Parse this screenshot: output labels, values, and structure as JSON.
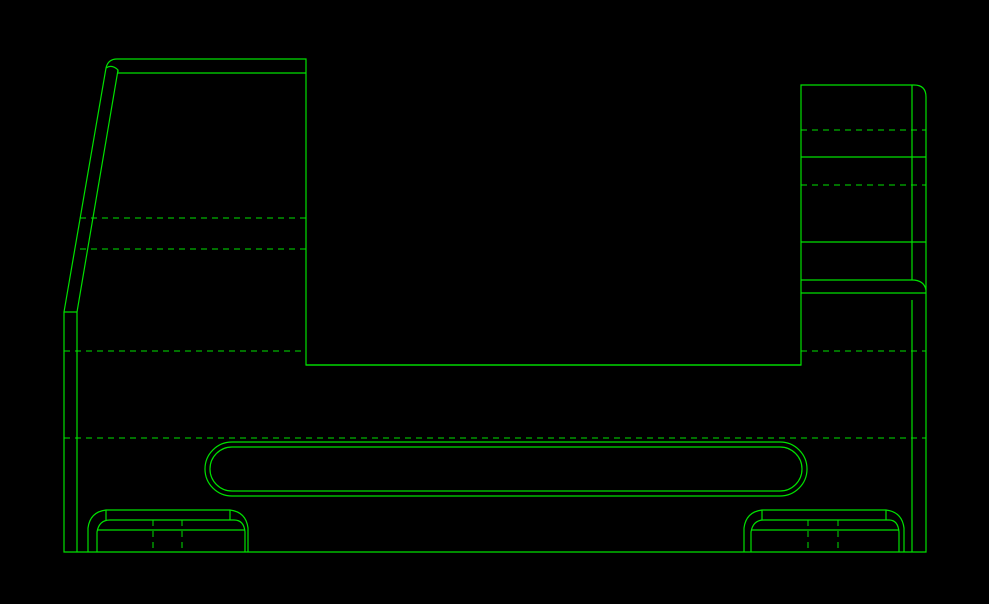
{
  "drawing": {
    "background_color": "#000000",
    "line_color": "#00e000",
    "view": "front-elevation",
    "line_types": [
      "solid-outline",
      "hidden-dashed"
    ],
    "features": [
      "main-body-outline",
      "left-tower-block",
      "center-channel-cutout",
      "right-step-block",
      "horizontal-slot",
      "left-foot-pad",
      "right-foot-pad",
      "hidden-lines"
    ]
  }
}
